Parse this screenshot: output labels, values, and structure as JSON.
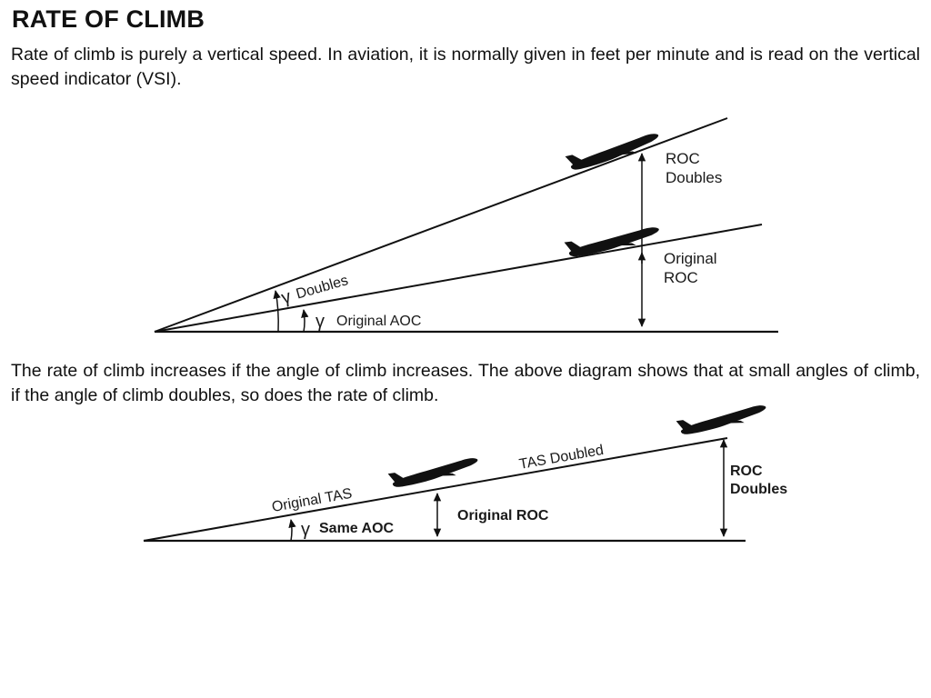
{
  "title": "RATE OF CLIMB",
  "intro_text": "Rate of climb is purely a vertical speed. In aviation, it is normally given in feet per minute and is read on the vertical speed indicator (VSI).",
  "explanation_text": "The rate of climb increases if the angle of climb increases. The above diagram shows that at small angles of climb, if the angle of climb doubles, so does the rate of climb.",
  "diagram1": {
    "roc_doubles_line1": "ROC",
    "roc_doubles_line2": "Doubles",
    "original_roc_line1": "Original",
    "original_roc_line2": "ROC",
    "angle_doubles_label": "Doubles",
    "original_aoc_label": "Original AOC",
    "angle_symbol": "γ"
  },
  "diagram2": {
    "tas_doubled_label": "TAS Doubled",
    "original_tas_label": "Original TAS",
    "same_aoc_label": "Same AOC",
    "original_roc_label": "Original ROC",
    "roc_doubles_line1": "ROC",
    "roc_doubles_line2": "Doubles",
    "angle_symbol": "γ"
  },
  "colors": {
    "ink": "#111111",
    "background": "#ffffff"
  }
}
